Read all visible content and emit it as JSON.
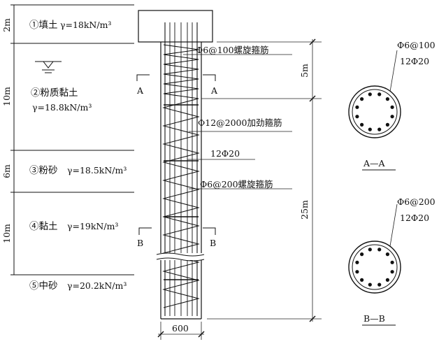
{
  "layers": [
    {
      "thickness": "2m",
      "name": "①填土",
      "gamma": "γ=18kN/m³"
    },
    {
      "thickness": "10m",
      "name": "②粉质黏土",
      "gamma": "γ=18.8kN/m³"
    },
    {
      "thickness": "6m",
      "name": "③粉砂",
      "gamma": "γ=18.5kN/m³"
    },
    {
      "thickness": "10m",
      "name": "④黏土",
      "gamma": "γ=19kN/m³"
    },
    {
      "thickness": "",
      "name": "⑤中砂",
      "gamma": "γ=20.2kN/m³"
    }
  ],
  "pile": {
    "label_spiral_top": "Φ6@100螺旋箍筋",
    "label_stiffener": "Φ12@2000加劲箍筋",
    "label_main_bars": "12Φ20",
    "label_spiral_bottom": "Φ6@200螺旋箍筋",
    "diameter": "600",
    "dim_upper": "5m",
    "dim_lower": "25m",
    "section_letter_a": "A",
    "section_letter_b": "B"
  },
  "sections": [
    {
      "title": "A—A",
      "stirrup": "Φ6@100",
      "bars": "12Φ20"
    },
    {
      "title": "B—B",
      "stirrup": "Φ6@200",
      "bars": "12Φ20"
    }
  ]
}
